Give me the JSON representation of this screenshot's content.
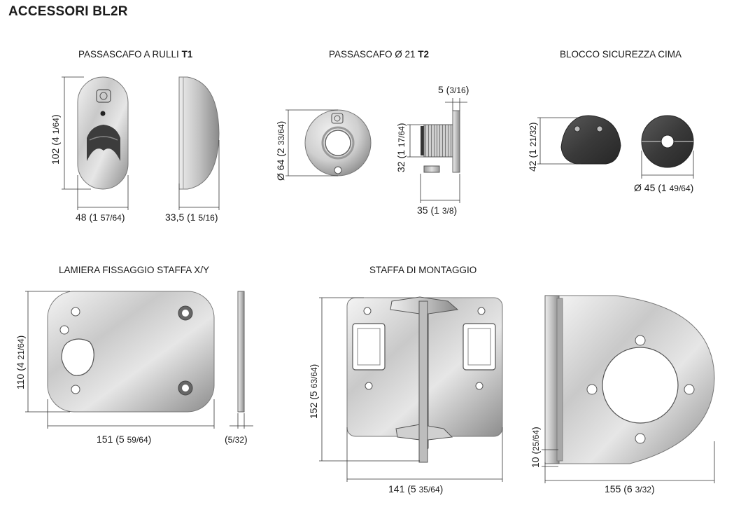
{
  "title": "ACCESSORI BL2R",
  "sections": {
    "t1": {
      "name": "PASSASCAFO A RULLI ",
      "code": "T1"
    },
    "t2": {
      "name": "PASSASCAFO Ø 21 ",
      "code": "T2"
    },
    "blocco": {
      "name": "BLOCCO SICUREZZA CIMA"
    },
    "lamiera": {
      "name": "LAMIERA FISSAGGIO STAFFA X/Y"
    },
    "staffa": {
      "name": "STAFFA DI MONTAGGIO"
    }
  },
  "dimensions": {
    "t1_height": {
      "main": "102 (4 ",
      "frac": "1/64",
      "close": ")"
    },
    "t1_width": {
      "main": "48 (1 ",
      "frac": "57/64",
      "close": ")"
    },
    "t1_depth": {
      "main": "33,5 (1 ",
      "frac": "5/16",
      "close": ")"
    },
    "t2_diam": {
      "main": "Ø 64 (2 ",
      "frac": "33/64",
      "close": ")"
    },
    "t2_flange": {
      "main": "5 (",
      "frac": "3/16",
      "close": ")"
    },
    "t2_height": {
      "main": "32 (1 ",
      "frac": "17/64",
      "close": ")"
    },
    "t2_length": {
      "main": "35 (1 ",
      "frac": "3/8",
      "close": ")"
    },
    "bl_height": {
      "main": "42 (1 ",
      "frac": "21/32",
      "close": ")"
    },
    "bl_diam": {
      "main": "Ø 45 (1 ",
      "frac": "49/64",
      "close": ")"
    },
    "lam_height": {
      "main": "110 (4 ",
      "frac": "21/64",
      "close": ")"
    },
    "lam_width": {
      "main": "151 (5 ",
      "frac": "59/64",
      "close": ")"
    },
    "lam_thick": {
      "main": "(",
      "frac": "5/32",
      "close": ")"
    },
    "st_height": {
      "main": "152 (5 ",
      "frac": "63/64",
      "close": ")"
    },
    "st_width": {
      "main": "141 (5 ",
      "frac": "35/64",
      "close": ")"
    },
    "st_thick": {
      "main": "10 (",
      "frac": "25/64",
      "close": ")"
    },
    "st_depth": {
      "main": "155 (6 ",
      "frac": "3/32",
      "close": ")"
    }
  }
}
